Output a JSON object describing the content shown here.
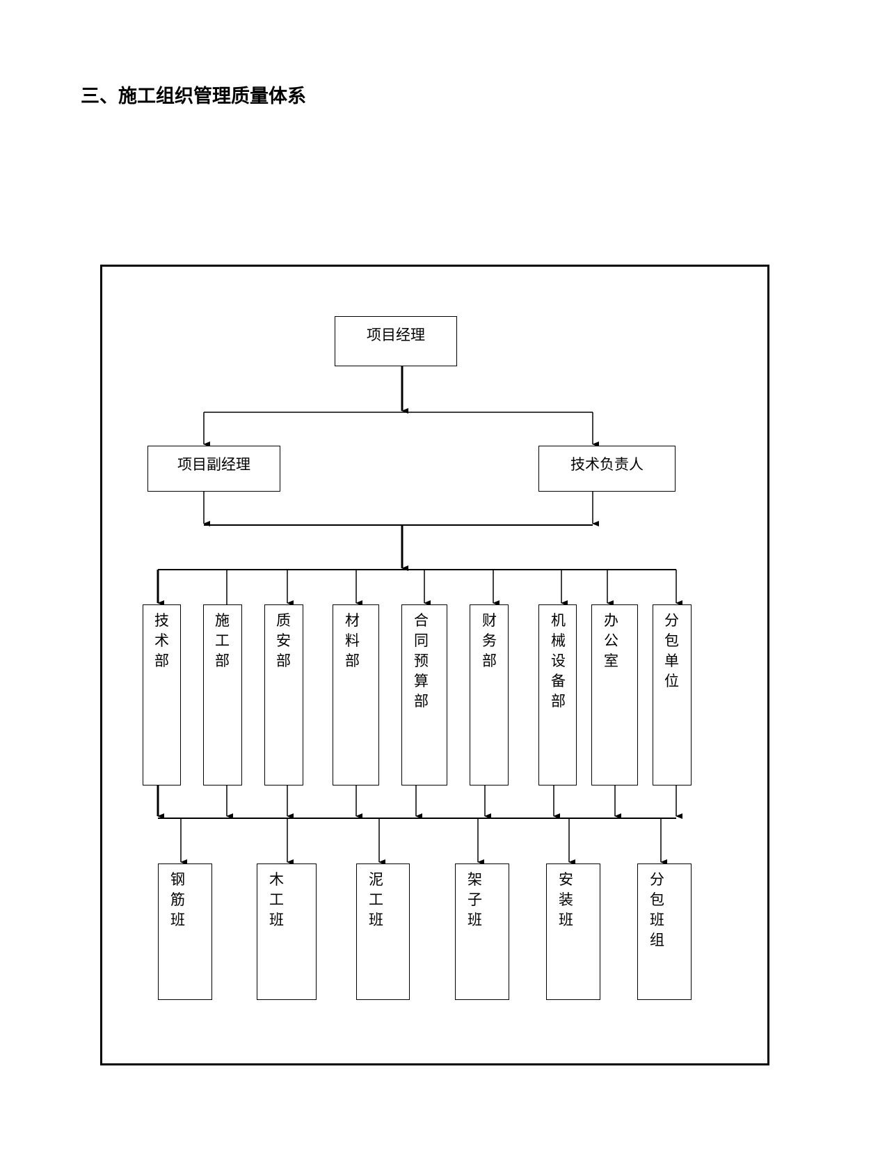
{
  "heading": "三、施工组织管理质量体系",
  "chart": {
    "top": {
      "label": "项目经理"
    },
    "second_level": [
      {
        "label": "项目副经理"
      },
      {
        "label": "技术负责人"
      }
    ],
    "departments": [
      {
        "label": "技\n术\n部"
      },
      {
        "label": "施\n工\n部"
      },
      {
        "label": "质\n安\n部"
      },
      {
        "label": "材\n料\n部"
      },
      {
        "label": "合\n同\n预\n算\n部"
      },
      {
        "label": "财\n务\n部"
      },
      {
        "label": "机\n械\n设\n备\n部"
      },
      {
        "label": "办\n公\n室"
      },
      {
        "label": "分\n包\n单\n位"
      }
    ],
    "teams": [
      {
        "label": "钢\n筋\n班"
      },
      {
        "label": "木\n工\n班"
      },
      {
        "label": "泥\n工\n班"
      },
      {
        "label": "架\n子\n班"
      },
      {
        "label": "安\n装\n班"
      },
      {
        "label": "分\n包\n班\n组"
      }
    ]
  }
}
